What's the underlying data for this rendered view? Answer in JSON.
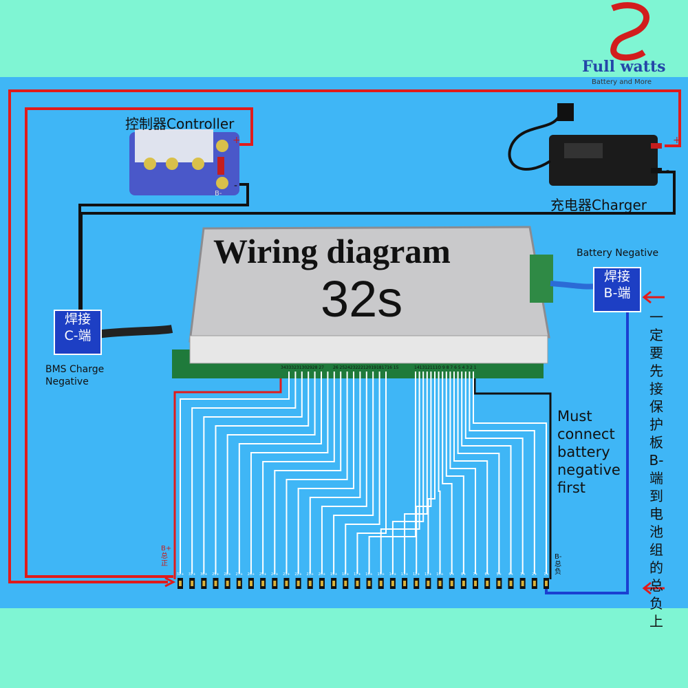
{
  "brand": {
    "name": "Full watts",
    "tagline": "Battery and More"
  },
  "title": "Wiring diagram",
  "series_label": "32s",
  "controller": {
    "label": "控制器Controller",
    "plus": "+",
    "minus": "-",
    "b_label": "B-"
  },
  "charger": {
    "label": "充电器Charger",
    "plus": "+",
    "minus": "-"
  },
  "c_terminal": {
    "line1": "焊接",
    "line2": "C-端",
    "caption_line1": "BMS Charge",
    "caption_line2": "Negative"
  },
  "b_terminal": {
    "line1": "焊接",
    "line2": "B-端",
    "caption": "Battery Negative"
  },
  "warning_en": {
    "line1": "Must",
    "line2": "connect",
    "line3": "battery",
    "line4": "negative",
    "line5": "first"
  },
  "warning_cn": "一定要先接保护板B-端到电池组的总负上",
  "connector_labels": {
    "left": "34333231302928 27",
    "middle": "26 25242322212019181716 15",
    "right": "141312111O 9 8 7 6 5 4 3 2 1"
  },
  "battery_pos_label": {
    "line1": "B+",
    "line2": "总",
    "line3": "正"
  },
  "battery_neg_label": {
    "line1": "B-",
    "line2": "总",
    "line3": "负"
  },
  "cell_labels": [
    "32+",
    "31+",
    "30+",
    "29+",
    "28+",
    "27+",
    "26+",
    "25+",
    "24+",
    "23+",
    "22+",
    "21+",
    "20+",
    "19+",
    "18+",
    "17+",
    "16+",
    "15+",
    "14+",
    "13+",
    "12+",
    "11+",
    "10+",
    "9+",
    "8+",
    "7+",
    "6+",
    "5+",
    "4+",
    "3+",
    "2+",
    "1+"
  ],
  "colors": {
    "background": "#7ff5d3",
    "panel": "#3fb6f6",
    "positive_wire": "#e01b1b",
    "negative_wire": "#111111",
    "balance_wire": "#ffffff",
    "tag": "#1d3fc4",
    "b_wire": "#1a3fd1"
  }
}
